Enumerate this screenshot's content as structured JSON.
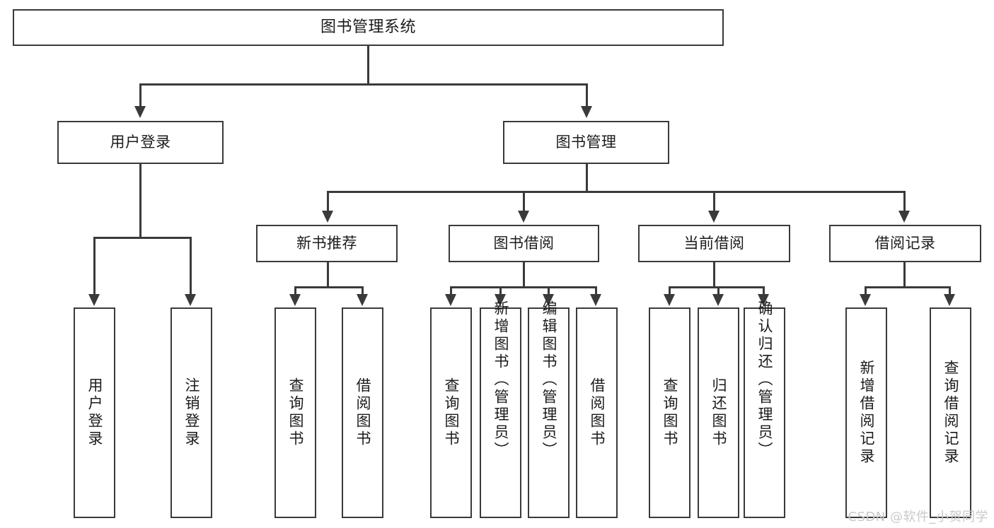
{
  "diagram": {
    "title": "图书管理系统",
    "type": "tree-hierarchy-diagram",
    "root": {
      "label": "图书管理系统"
    },
    "level2": [
      {
        "label": "用户登录"
      },
      {
        "label": "图书管理"
      }
    ],
    "level3": [
      {
        "label": "新书推荐"
      },
      {
        "label": "图书借阅"
      },
      {
        "label": "当前借阅"
      },
      {
        "label": "借阅记录"
      }
    ],
    "leaves": {
      "user_login": [
        {
          "label": "用户登录"
        },
        {
          "label": "注销登录"
        }
      ],
      "new_book_recommend": [
        {
          "label": "查询图书"
        },
        {
          "label": "借阅图书"
        }
      ],
      "book_borrow": [
        {
          "label": "查询图书"
        },
        {
          "label": "新增图书（管理员）"
        },
        {
          "label": "编辑图书（管理员）"
        },
        {
          "label": "借阅图书"
        }
      ],
      "current_borrow": [
        {
          "label": "查询图书"
        },
        {
          "label": "归还图书"
        },
        {
          "label": "确认归还（管理员）"
        }
      ],
      "borrow_record": [
        {
          "label": "新增借阅记录"
        },
        {
          "label": "查询借阅记录"
        }
      ]
    }
  },
  "watermark": {
    "text": "CSDN @软件_小贺同学"
  },
  "colors": {
    "stroke": "#3a3a3a",
    "text": "#1b1b1b",
    "background": "#ffffff",
    "watermark": "#c9c9c9"
  }
}
